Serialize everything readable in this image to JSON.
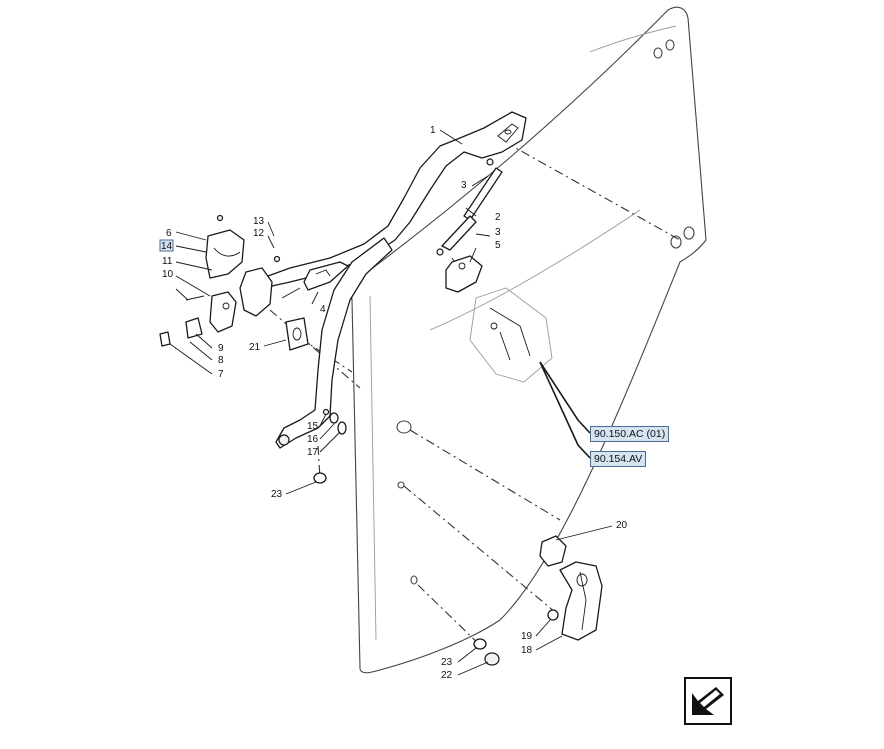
{
  "diagram": {
    "callouts": [
      {
        "id": "c1",
        "text": "1"
      },
      {
        "id": "c2",
        "text": "2"
      },
      {
        "id": "c3a",
        "text": "3"
      },
      {
        "id": "c3b",
        "text": "3"
      },
      {
        "id": "c4",
        "text": "4"
      },
      {
        "id": "c5",
        "text": "5"
      },
      {
        "id": "c6",
        "text": "6"
      },
      {
        "id": "c7",
        "text": "7"
      },
      {
        "id": "c8",
        "text": "8"
      },
      {
        "id": "c9",
        "text": "9"
      },
      {
        "id": "c10",
        "text": "10"
      },
      {
        "id": "c11",
        "text": "11"
      },
      {
        "id": "c12",
        "text": "12"
      },
      {
        "id": "c13",
        "text": "13"
      },
      {
        "id": "c14",
        "text": "14"
      },
      {
        "id": "c15",
        "text": "15"
      },
      {
        "id": "c16",
        "text": "16"
      },
      {
        "id": "c17",
        "text": "17"
      },
      {
        "id": "c18",
        "text": "18"
      },
      {
        "id": "c19",
        "text": "19"
      },
      {
        "id": "c20",
        "text": "20"
      },
      {
        "id": "c21",
        "text": "21"
      },
      {
        "id": "c22",
        "text": "22"
      },
      {
        "id": "c23a",
        "text": "23"
      },
      {
        "id": "c23b",
        "text": "23"
      }
    ],
    "references": [
      {
        "id": "ref1",
        "text": "90.150.AC (01)"
      },
      {
        "id": "ref2",
        "text": "90.154.AV"
      }
    ],
    "nav_icon": "arrow-down-left-icon",
    "colors": {
      "highlight_fill": "#d6e3f2",
      "highlight_border": "#4a6c95",
      "line": "#1a1a1a"
    }
  }
}
